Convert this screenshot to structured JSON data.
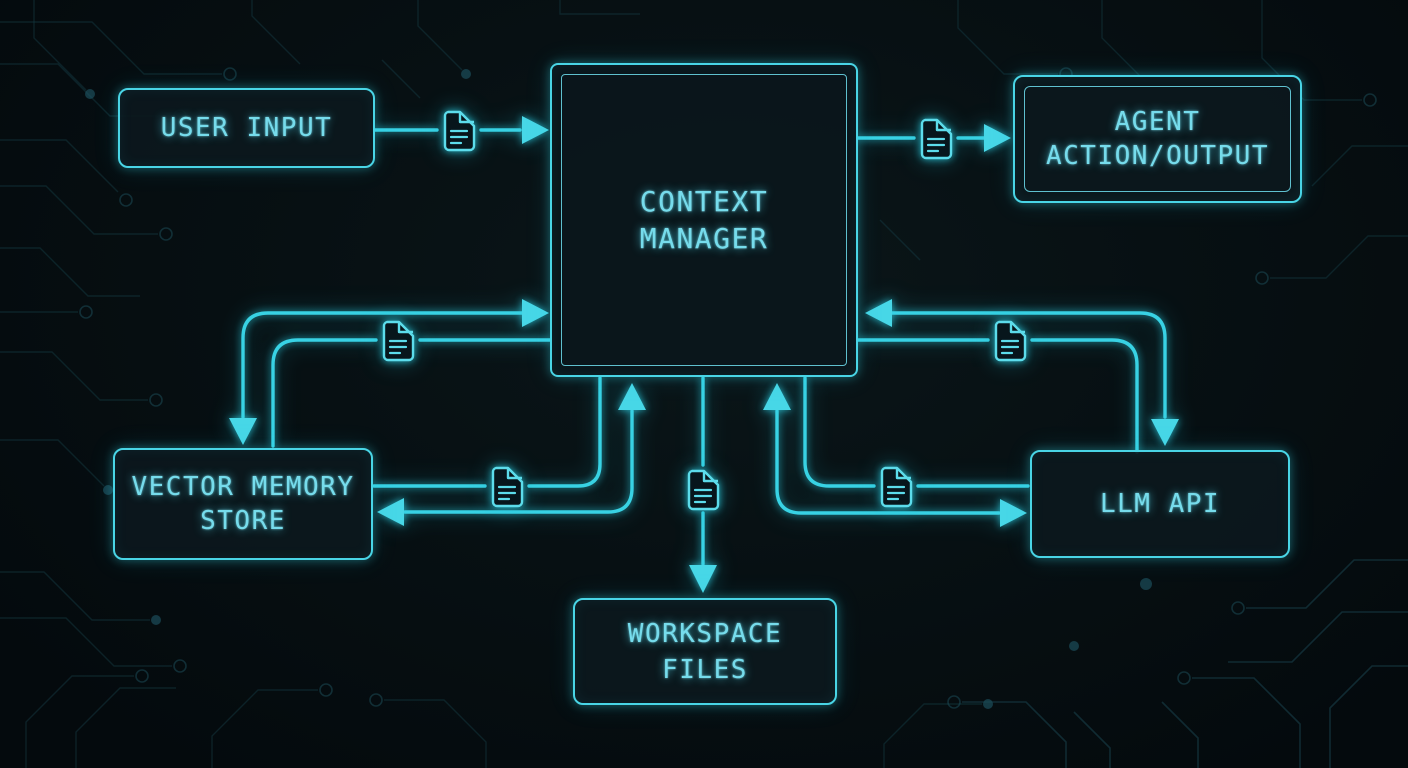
{
  "diagram": {
    "type": "architecture-flow",
    "theme": {
      "background": "#060d10",
      "line_color": "#38d2e4",
      "border_color": "#49d5e6",
      "text_color": "#76dcec",
      "node_fill": "#0c181d",
      "trace_color": "#1b4a56"
    },
    "nodes": {
      "user_input": {
        "lines": [
          "USER INPUT"
        ]
      },
      "context_manager": {
        "lines": [
          "CONTEXT",
          "MANAGER"
        ]
      },
      "agent": {
        "lines": [
          "AGENT",
          "ACTION/OUTPUT"
        ]
      },
      "store": {
        "lines": [
          "VECTOR MEMORY",
          "STORE"
        ]
      },
      "llm": {
        "lines": [
          "LLM API"
        ]
      },
      "workspace": {
        "lines": [
          "WORKSPACE",
          "FILES"
        ]
      }
    },
    "edges": [
      {
        "id": "user-to-cm",
        "from": "user_input",
        "to": "context_manager",
        "arrowheads": [
          "into-context-manager"
        ],
        "document_icon": true
      },
      {
        "id": "cm-to-agent",
        "from": "context_manager",
        "to": "agent",
        "arrowheads": [
          "into-agent"
        ],
        "document_icon": true
      },
      {
        "id": "store-cm-upper-a",
        "from": "vector_memory_store",
        "to": "context_manager",
        "arrowheads": [
          "into-context-manager",
          "into-store"
        ],
        "document_icon": false
      },
      {
        "id": "store-cm-upper-b",
        "from": "vector_memory_store",
        "to": "context_manager",
        "arrowheads": [],
        "document_icon": true
      },
      {
        "id": "store-cm-lower-a",
        "from": "vector_memory_store",
        "to": "context_manager",
        "arrowheads": [],
        "document_icon": true
      },
      {
        "id": "store-cm-lower-b",
        "from": "context_manager",
        "to": "vector_memory_store",
        "arrowheads": [
          "into-context-manager",
          "into-store"
        ],
        "document_icon": false
      },
      {
        "id": "llm-cm-upper-a",
        "from": "llm_api",
        "to": "context_manager",
        "arrowheads": [
          "into-context-manager",
          "into-llm-api"
        ],
        "document_icon": false
      },
      {
        "id": "llm-cm-upper-b",
        "from": "context_manager",
        "to": "llm_api",
        "arrowheads": [],
        "document_icon": true
      },
      {
        "id": "llm-cm-lower-a",
        "from": "context_manager",
        "to": "llm_api",
        "arrowheads": [],
        "document_icon": true
      },
      {
        "id": "llm-cm-lower-b",
        "from": "context_manager",
        "to": "llm_api",
        "arrowheads": [
          "into-context-manager",
          "into-llm-api"
        ],
        "document_icon": false
      },
      {
        "id": "cm-to-workspace",
        "from": "context_manager",
        "to": "workspace_files",
        "arrowheads": [
          "into-workspace-files"
        ],
        "document_icon": true
      }
    ]
  }
}
